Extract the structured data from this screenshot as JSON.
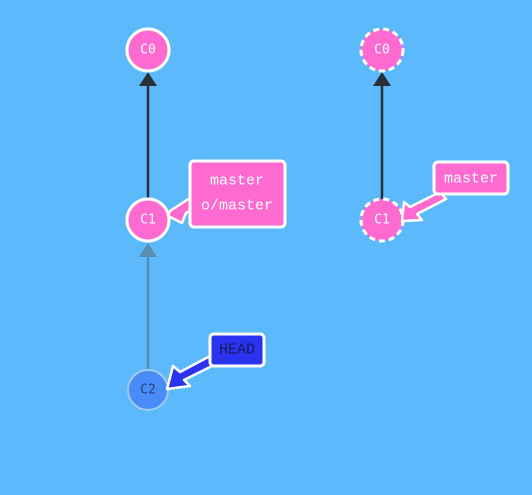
{
  "colors": {
    "background": "#5cb9fc",
    "commit_fill": "#ff6ad0",
    "commit_stroke": "#ffffff",
    "pending_commit_fill": "#4a8cf7",
    "pending_commit_stroke": "#9fcaf4",
    "branch_fill": "#ff6ad0",
    "head_fill": "#2a33ee",
    "edge": "#2a2f38",
    "pending_edge": "#5c8bb0"
  },
  "local_repo": {
    "commits": [
      {
        "id": "C0",
        "label": "C0",
        "state": "committed"
      },
      {
        "id": "C1",
        "label": "C1",
        "state": "committed"
      },
      {
        "id": "C2",
        "label": "C2",
        "state": "pending"
      }
    ],
    "branch_tag": {
      "line1": "master",
      "line2": "o/master"
    },
    "head_tag": {
      "label": "HEAD"
    }
  },
  "remote_repo": {
    "commits": [
      {
        "id": "C0",
        "label": "C0",
        "state": "remote"
      },
      {
        "id": "C1",
        "label": "C1",
        "state": "remote"
      }
    ],
    "branch_tag": {
      "label": "master"
    }
  }
}
